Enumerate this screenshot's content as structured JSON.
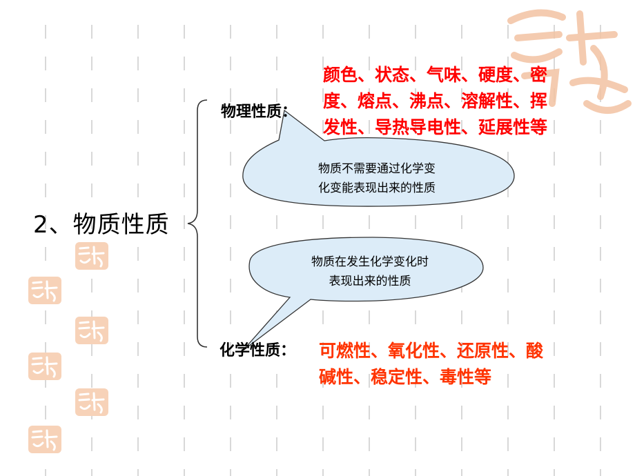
{
  "title": "2、物质性质",
  "physical": {
    "label": "物理性质：",
    "details_line1": "颜色、状态、气味、硬度、密",
    "details_line2": "度、熔点、沸点、溶解性、挥",
    "details_line3": "发性、导热导电性、延展性等",
    "callout_line1": "物质不需要通过化学变",
    "callout_line2": "化变能表现出来的性质"
  },
  "chemical": {
    "label": "化学性质：",
    "details_line1": "可燃性、氧化性、还原性、酸",
    "details_line2": "碱性、稳定性、毒性等",
    "callout_line1": "物质在发生化学变化时",
    "callout_line2": "表现出来的性质"
  },
  "colors": {
    "physical_details": "#ff0000",
    "chemical_details": "#ff3300",
    "callout_fill": "#dcecf8",
    "stamp": "#f0a070"
  }
}
